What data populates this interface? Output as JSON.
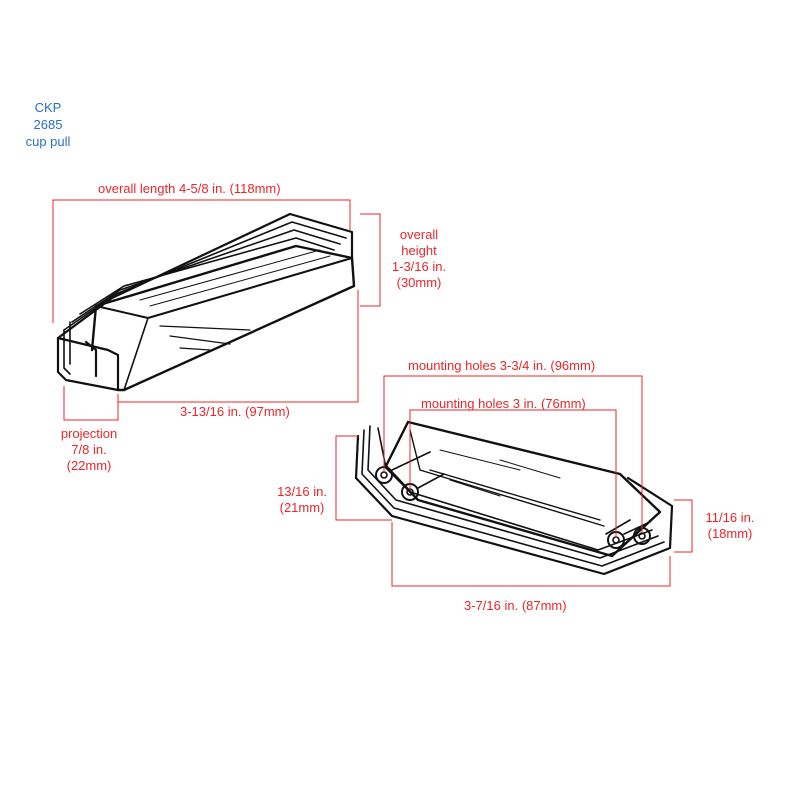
{
  "title": {
    "line1": "CKP",
    "line2": "2685",
    "line3": "cup pull"
  },
  "dimensions": {
    "overall_length": "overall length 4-5/8 in. (118mm)",
    "overall_height": {
      "line1": "overall",
      "line2": "height",
      "line3": "1-3/16 in.",
      "line4": "(30mm)"
    },
    "base_length": "3-13/16 in. (97mm)",
    "projection": {
      "line1": "projection",
      "line2": "7/8 in.",
      "line3": "(22mm)"
    },
    "mounting_holes_outer": "mounting holes 3-3/4 in. (96mm)",
    "mounting_holes_inner": "mounting holes 3 in. (76mm)",
    "left_height": {
      "line1": "13/16 in.",
      "line2": "(21mm)"
    },
    "right_height": {
      "line1": "11/16 in.",
      "line2": "(18mm)"
    },
    "back_length": "3-7/16 in. (87mm)"
  },
  "colors": {
    "dimension": "#e8262a",
    "title": "#2a6fc4",
    "drawing": "#111111"
  }
}
